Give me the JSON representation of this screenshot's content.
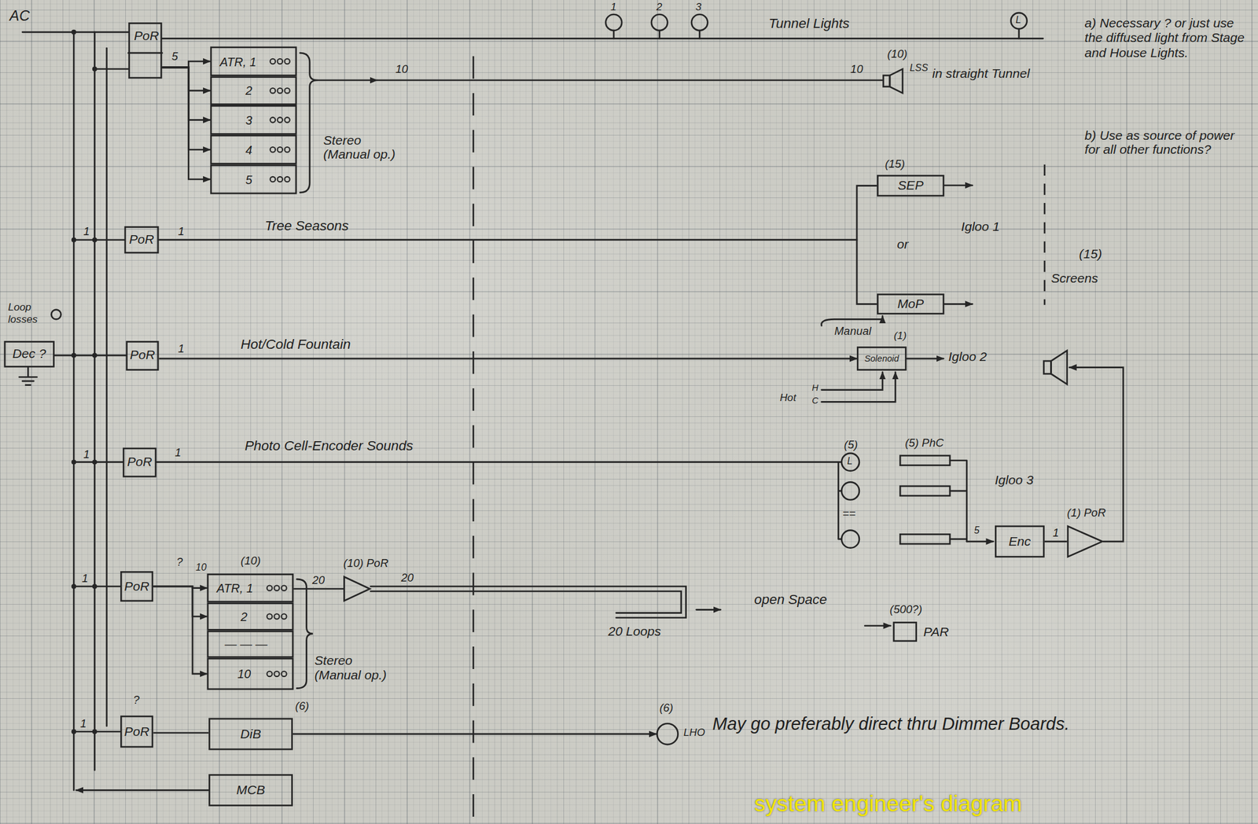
{
  "diagram": {
    "caption": "system engineer's diagram",
    "nodes": [
      {
        "text": [
          "PoR"
        ]
      },
      {
        "text": [
          "ATR, 1"
        ]
      },
      {
        "text": [
          "2"
        ]
      },
      {
        "text": [
          "3"
        ]
      },
      {
        "text": [
          "4"
        ]
      },
      {
        "text": [
          "5"
        ]
      },
      {
        "text": [
          "(10)",
          "LSS",
          "in straight Tunnel"
        ]
      },
      {
        "text": [
          "PoR"
        ]
      },
      {
        "text": [
          "(15)",
          "SEP"
        ]
      },
      {
        "text": [
          "MoP"
        ]
      },
      {
        "text": [
          "Dec ?"
        ]
      },
      {
        "text": [
          "PoR"
        ]
      },
      {
        "text": [
          "(1)",
          "Solenoid"
        ]
      },
      {
        "text": [
          "PoR"
        ]
      },
      {
        "text": [
          "Enc"
        ]
      },
      {
        "text": [
          "(1) PoR"
        ]
      },
      {
        "text": [
          "PoR"
        ]
      },
      {
        "text": [
          "(10)",
          "ATR, 1"
        ]
      },
      {
        "text": [
          "2"
        ]
      },
      {
        "text": [
          "— — —"
        ]
      },
      {
        "text": [
          "10"
        ]
      },
      {
        "text": [
          "(10) PoR"
        ]
      },
      {
        "text": [
          "(500?)",
          "PAR"
        ]
      },
      {
        "text": [
          "?",
          "PoR"
        ]
      },
      {
        "text": [
          "DiB"
        ]
      },
      {
        "text": [
          "(6)",
          "LHO"
        ]
      },
      {
        "text": [
          "MCB"
        ]
      }
    ],
    "edges": [
      {
        "from": 0,
        "to": 1,
        "arrow": "to"
      },
      {
        "from": 0,
        "to": 2,
        "arrow": "to"
      },
      {
        "from": 0,
        "to": 3,
        "arrow": "to"
      },
      {
        "from": 0,
        "to": 4,
        "arrow": "to"
      },
      {
        "from": 0,
        "to": 5,
        "arrow": "to"
      },
      {
        "from": 7,
        "to": 8,
        "arrow": "none"
      },
      {
        "from": 7,
        "to": 9,
        "arrow": "none"
      },
      {
        "from": 11,
        "to": 12,
        "arrow": "to"
      },
      {
        "from": 14,
        "to": 15,
        "label": "1",
        "arrow": "none"
      },
      {
        "from": 16,
        "to": 17,
        "arrow": "to"
      },
      {
        "from": 16,
        "to": 18,
        "arrow": "to"
      },
      {
        "from": 16,
        "to": 20,
        "arrow": "to"
      },
      {
        "from": 17,
        "to": 21,
        "label": "20",
        "arrow": "none"
      },
      {
        "from": 23,
        "to": 24,
        "arrow": "none"
      },
      {
        "from": 24,
        "to": 25,
        "arrow": "to"
      }
    ],
    "labels": [
      "AC",
      "1",
      "2",
      "3",
      "Tunnel Lights",
      "L",
      "5",
      "10",
      "10",
      "Stereo (Manual op.)",
      "a) Necessary ? or just use the diffused light from Stage and House Lights.",
      "b) Use as source of power for all other functions?",
      "1",
      "1",
      "Tree Seasons",
      "or",
      "Igloo 1",
      "(15)",
      "Screens",
      "Manual",
      "Loop losses",
      "1",
      "Hot/Cold Fountain",
      "Hot",
      "H",
      "C",
      "Igloo 2",
      "1",
      "1",
      "Photo Cell-Encoder Sounds",
      "(5)",
      "L",
      "(5) PhC",
      "==",
      "Igloo 3",
      "5",
      "1",
      "?",
      "10",
      "20",
      "20 Loops",
      "open Space",
      "Stereo (Manual op.)",
      "1",
      "(6)",
      "May go preferably direct thru Dimmer Boards."
    ]
  }
}
